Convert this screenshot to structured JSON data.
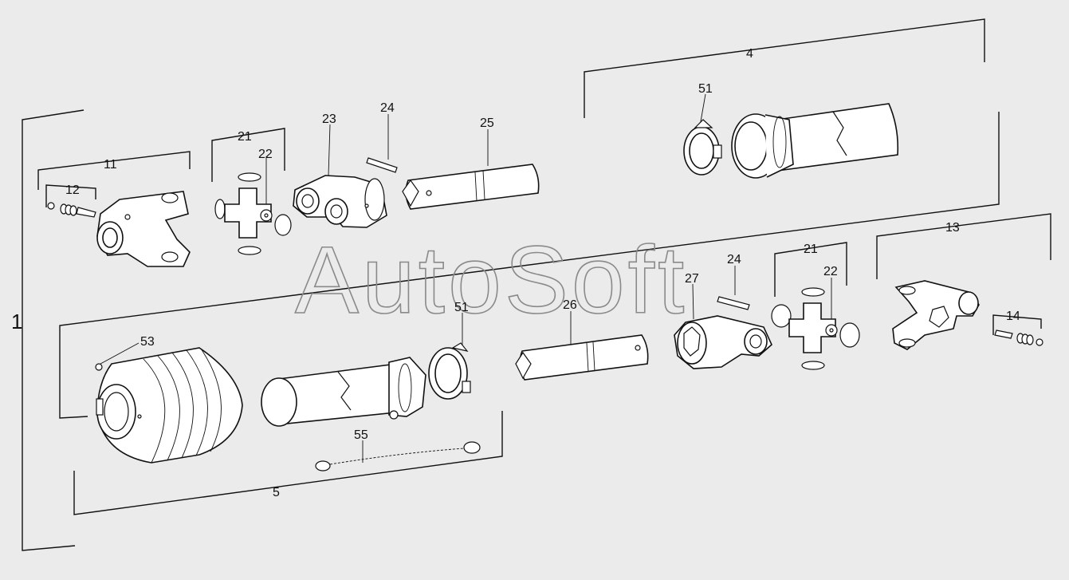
{
  "diagram": {
    "watermark": "AutoSoft",
    "assembly_label": "1",
    "labels": {
      "l4": "4",
      "l51_top": "51",
      "l11": "11",
      "l12": "12",
      "l21_top": "21",
      "l22_top": "22",
      "l23": "23",
      "l24_top": "24",
      "l25": "25",
      "l13": "13",
      "l14": "14",
      "l21_right": "21",
      "l22_right": "22",
      "l24_mid": "24",
      "l27": "27",
      "l26": "26",
      "l51_mid": "51",
      "l53": "53",
      "l55": "55",
      "l5": "5"
    }
  }
}
